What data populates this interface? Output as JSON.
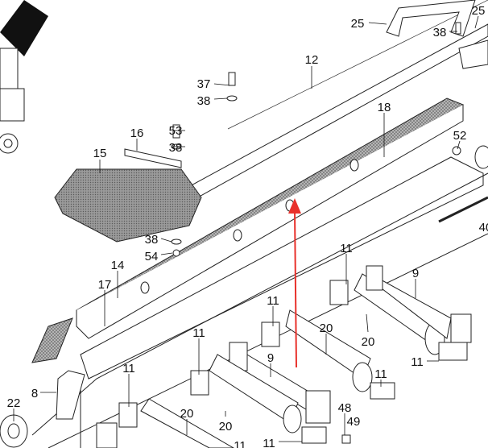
{
  "diagram": {
    "title": "Conveyor exploded parts view",
    "arrow_color": "#e8312b",
    "labels": [
      "25",
      "25",
      "38",
      "12",
      "37",
      "38",
      "18",
      "16",
      "53",
      "38",
      "15",
      "52",
      "40",
      "38",
      "54",
      "14",
      "17",
      "11",
      "9",
      "11",
      "20",
      "20",
      "11",
      "9",
      "11",
      "11",
      "8",
      "11",
      "22",
      "20",
      "20",
      "48",
      "49",
      "11",
      "11"
    ]
  }
}
